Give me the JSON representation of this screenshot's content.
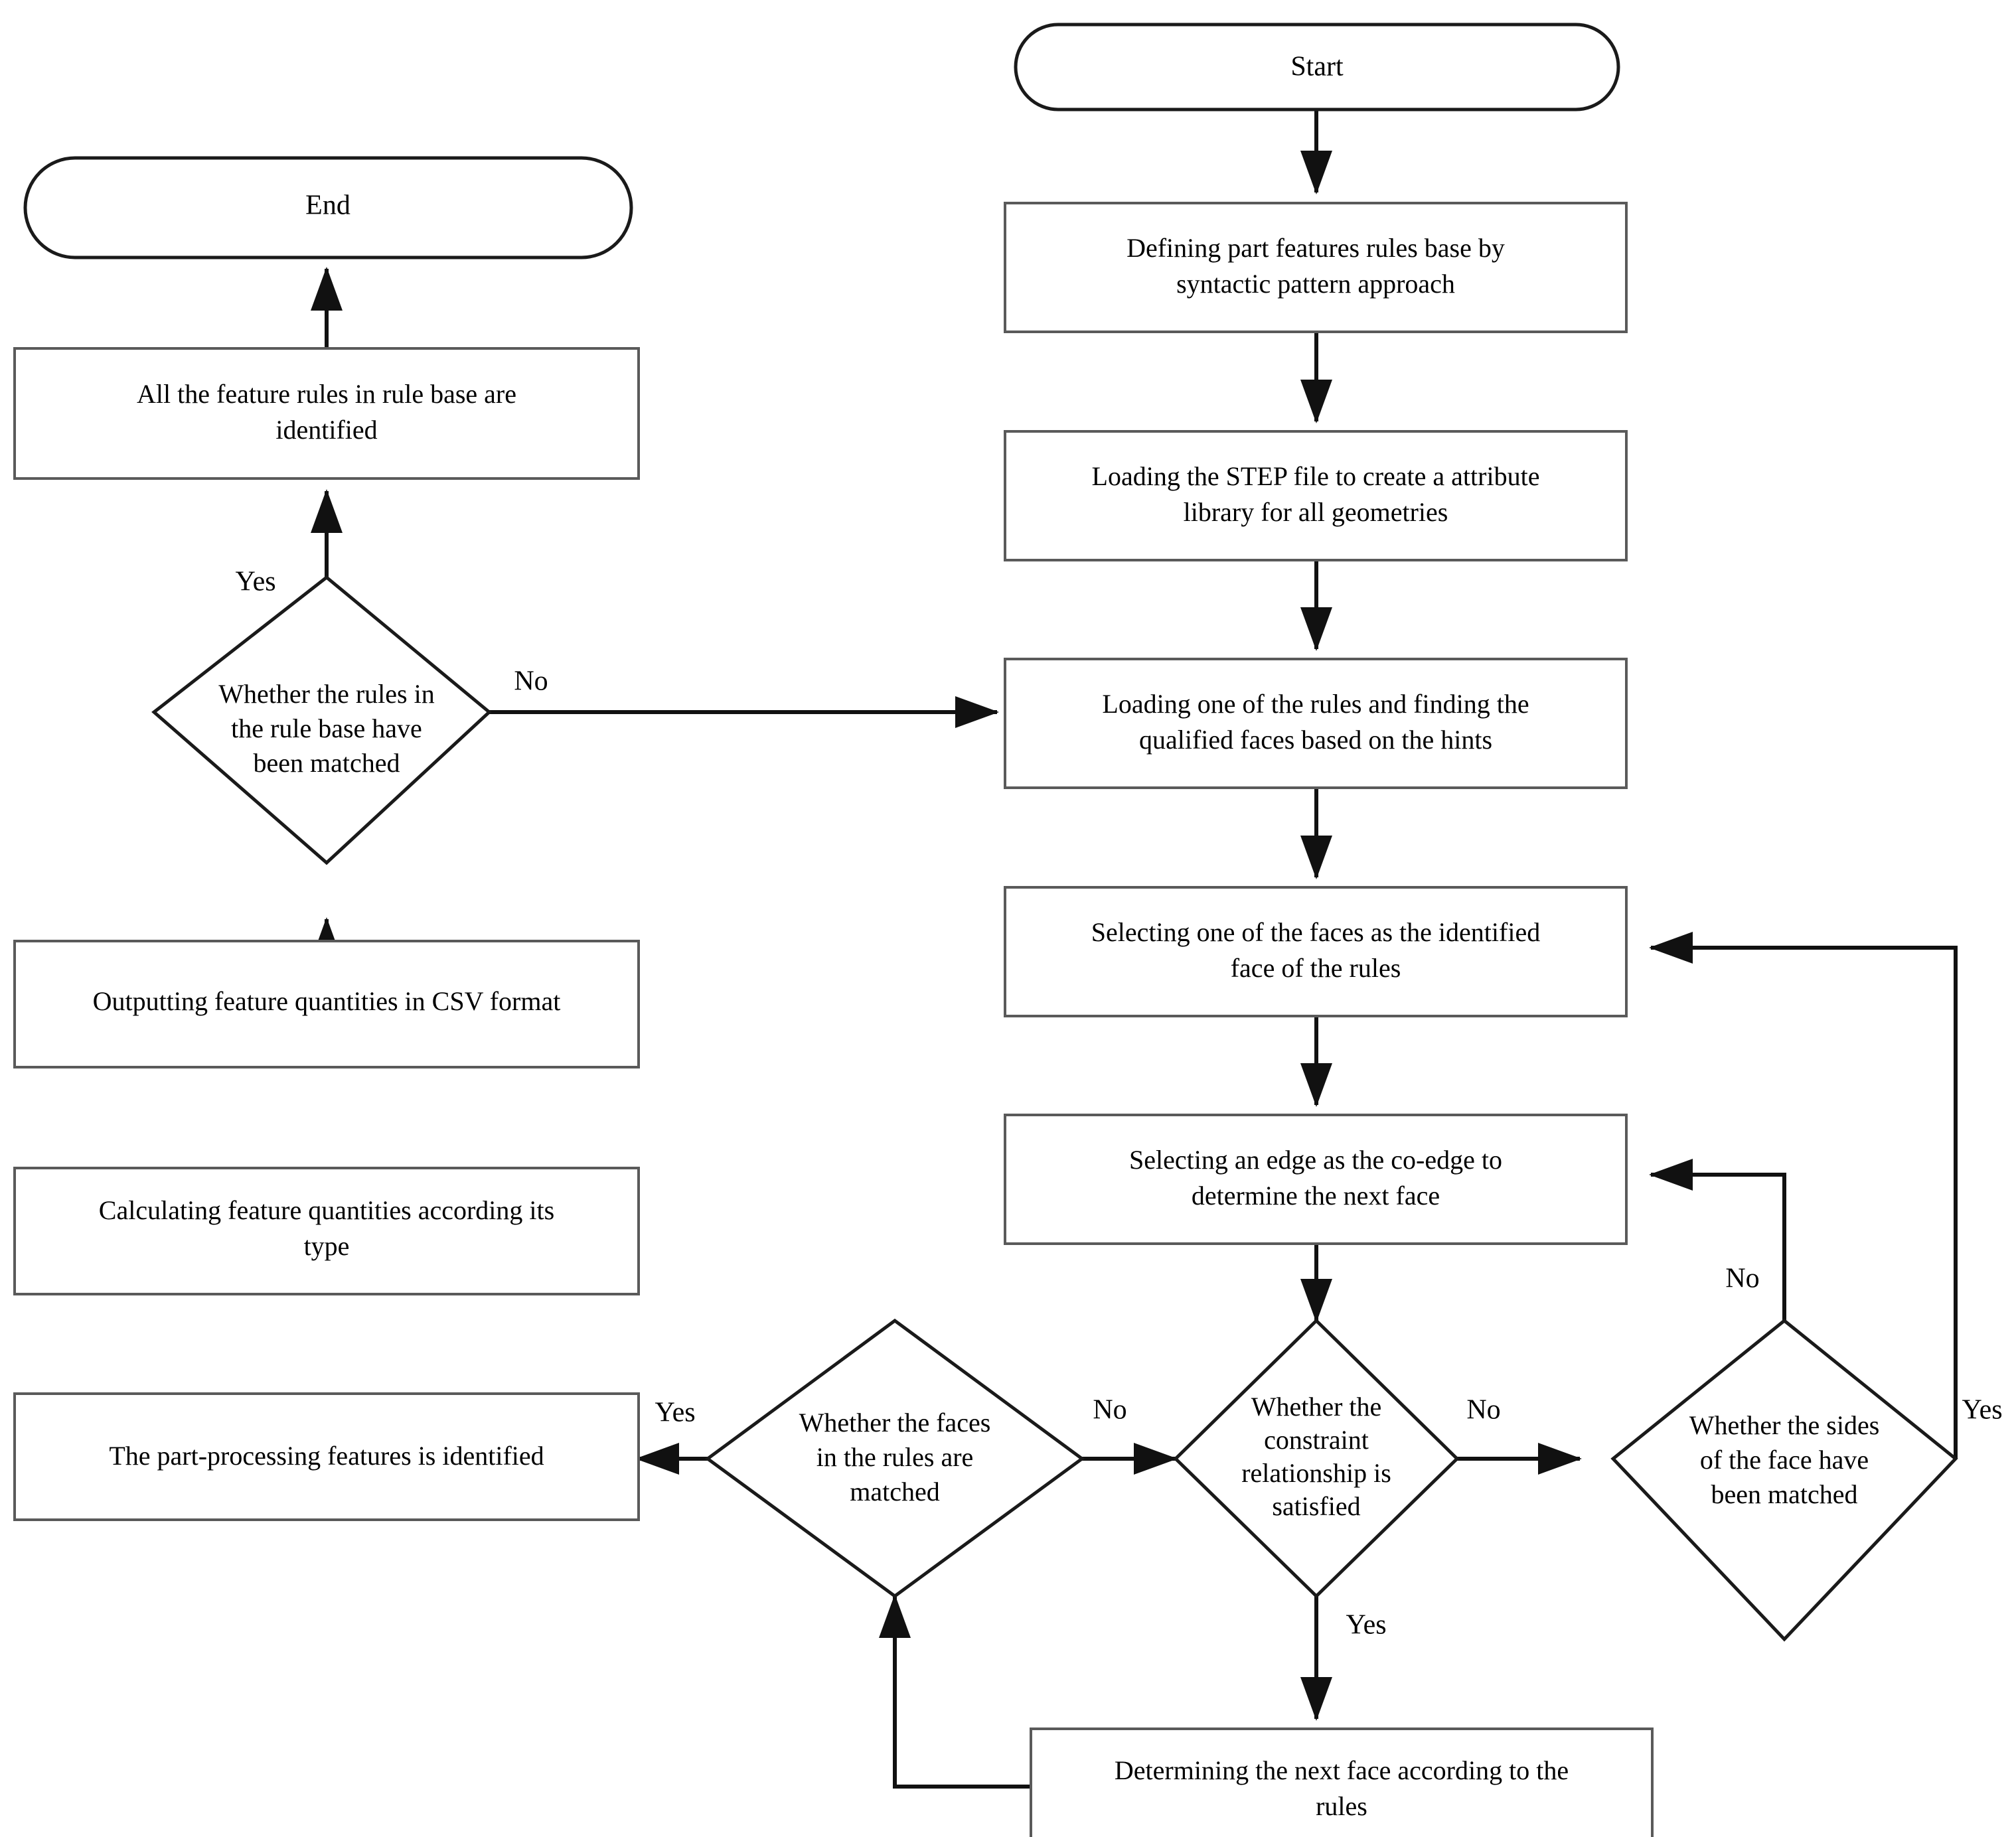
{
  "diagram": {
    "type": "flowchart",
    "title": "Part feature recognition flowchart",
    "background_color": "#ffffff",
    "line_color": "#111111",
    "shape_fill": "#ffffff",
    "shape_stroke": "#1a1a1a"
  },
  "nodes": {
    "start": {
      "id": "start",
      "shape": "terminator",
      "label": "Start"
    },
    "define_rules": {
      "id": "define_rules",
      "shape": "process",
      "line1": "Defining  part features  rules base by",
      "line2": "syntactic pattern approach"
    },
    "load_step": {
      "id": "load_step",
      "shape": "process",
      "line1": "Loading the STEP file to create a attribute",
      "line2": "library for all geometries"
    },
    "load_rule": {
      "id": "load_rule",
      "shape": "process",
      "line1": "Loading one of the rules and finding the",
      "line2": "qualified faces based on the hints"
    },
    "select_face": {
      "id": "select_face",
      "shape": "process",
      "line1": "Selecting one of the faces as the identified",
      "line2": "face of the rules"
    },
    "select_edge": {
      "id": "select_edge",
      "shape": "process",
      "line1": "Selecting an edge as the co-edge to",
      "line2": "determine the next face"
    },
    "determine_next_face": {
      "id": "determine_next_face",
      "shape": "process",
      "line1": "Determining the next face according to the",
      "line2": "rules"
    },
    "constraint_decision": {
      "id": "constraint_decision",
      "shape": "decision",
      "line1": "Whether the",
      "line2": "constraint",
      "line3": "relationship is",
      "line4": "satisfied"
    },
    "sides_decision": {
      "id": "sides_decision",
      "shape": "decision",
      "line1": "Whether the sides",
      "line2": "of the face have",
      "line3": "been matched"
    },
    "faces_decision": {
      "id": "faces_decision",
      "shape": "decision",
      "line1": "Whether the faces",
      "line2": "in the rules are",
      "line3": "matched"
    },
    "rules_decision": {
      "id": "rules_decision",
      "shape": "decision",
      "line1": "Whether the rules in",
      "line2": "the rule base have",
      "line3": "been matched"
    },
    "part_identified": {
      "id": "part_identified",
      "shape": "process",
      "line1": "The part-processing features is identified"
    },
    "calculating": {
      "id": "calculating",
      "shape": "process",
      "line1": "Calculating feature quantities according its",
      "line2": "type"
    },
    "outputting": {
      "id": "outputting",
      "shape": "process",
      "line1": "Outputting feature quantities in CSV format"
    },
    "all_identified": {
      "id": "all_identified",
      "shape": "process",
      "line1": "All the feature rules in rule base are",
      "line2": "identified"
    },
    "end": {
      "id": "end",
      "shape": "terminator",
      "label": "End"
    }
  },
  "edge_labels": {
    "rules_decision_yes": "Yes",
    "rules_decision_no": "No",
    "faces_decision_yes": "Yes",
    "faces_decision_no": "No",
    "constraint_decision_yes": "Yes",
    "constraint_decision_no": "No",
    "sides_decision_no": "No",
    "sides_decision_yes": "Yes"
  },
  "edges": [
    {
      "from": "start",
      "to": "define_rules",
      "label": ""
    },
    {
      "from": "define_rules",
      "to": "load_step",
      "label": ""
    },
    {
      "from": "load_step",
      "to": "load_rule",
      "label": ""
    },
    {
      "from": "load_rule",
      "to": "select_face",
      "label": ""
    },
    {
      "from": "select_face",
      "to": "select_edge",
      "label": ""
    },
    {
      "from": "select_edge",
      "to": "constraint_decision",
      "label": ""
    },
    {
      "from": "constraint_decision",
      "to": "determine_next_face",
      "label": "Yes"
    },
    {
      "from": "constraint_decision",
      "to": "sides_decision",
      "label": "No"
    },
    {
      "from": "sides_decision",
      "to": "select_face",
      "label": "Yes"
    },
    {
      "from": "sides_decision",
      "to": "select_edge",
      "label": "No"
    },
    {
      "from": "determine_next_face",
      "to": "faces_decision",
      "label": ""
    },
    {
      "from": "faces_decision",
      "to": "constraint_decision",
      "label": "No"
    },
    {
      "from": "faces_decision",
      "to": "part_identified",
      "label": "Yes"
    },
    {
      "from": "part_identified",
      "to": "calculating",
      "label": ""
    },
    {
      "from": "calculating",
      "to": "outputting",
      "label": ""
    },
    {
      "from": "outputting",
      "to": "rules_decision",
      "label": ""
    },
    {
      "from": "rules_decision",
      "to": "all_identified",
      "label": "Yes"
    },
    {
      "from": "rules_decision",
      "to": "load_rule",
      "label": "No"
    },
    {
      "from": "all_identified",
      "to": "end",
      "label": ""
    }
  ]
}
